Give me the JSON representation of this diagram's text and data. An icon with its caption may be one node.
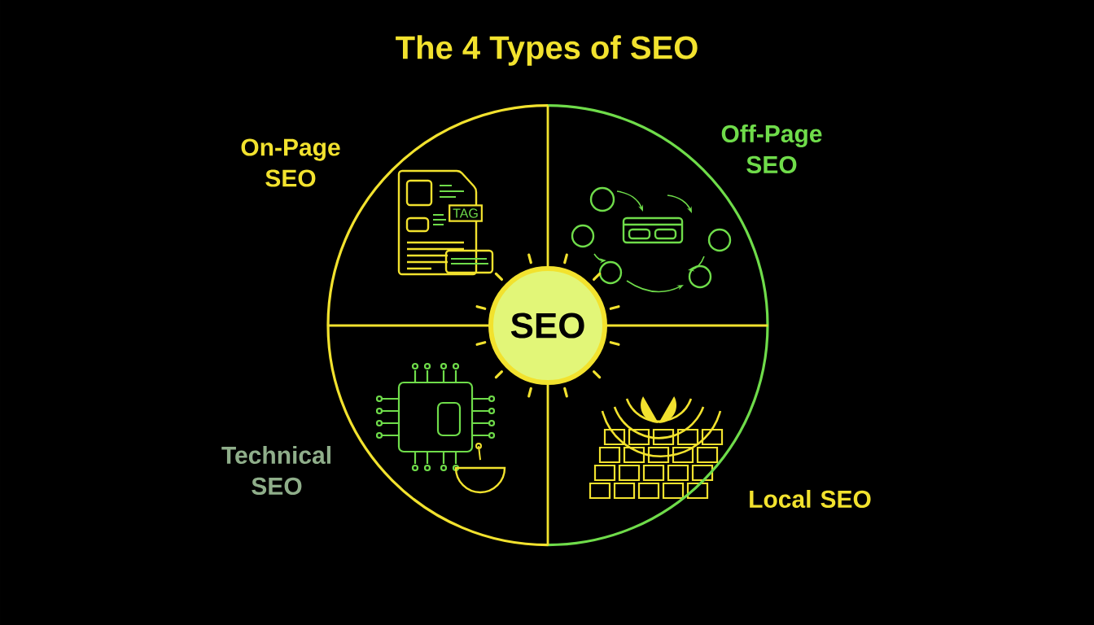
{
  "diagram": {
    "title": "The 4 Types of SEO",
    "nodes": [
      {
        "text": [],
        "shape": "circle"
      },
      {
        "text": [
          "SEO"
        ],
        "in": 0
      }
    ],
    "labels": [
      "On-Page SEO",
      "Off-Page SEO",
      "Technical SEO",
      "Local SEO",
      "TAG"
    ]
  }
}
